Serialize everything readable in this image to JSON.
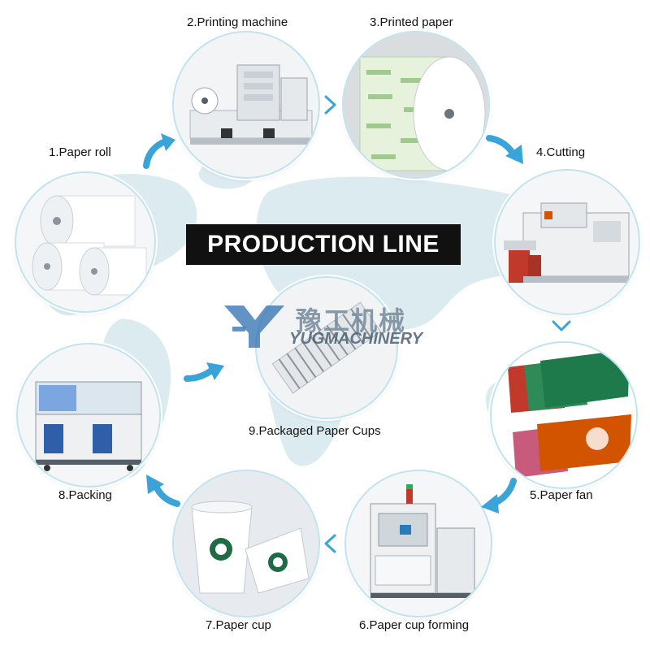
{
  "title": "PRODUCTION LINE",
  "logo": {
    "cn": "豫工机械",
    "en": "YUGMACHINERY"
  },
  "steps": [
    {
      "label": "1.Paper roll",
      "image": "paper-rolls"
    },
    {
      "label": "2.Printing machine",
      "image": "printing-machine"
    },
    {
      "label": "3.Printed paper",
      "image": "printed-paper-roll"
    },
    {
      "label": "4.Cutting",
      "image": "die-cutting-machine"
    },
    {
      "label": "5.Paper fan",
      "image": "paper-cup-fans"
    },
    {
      "label": "6.Paper cup forming",
      "image": "cup-forming-machine"
    },
    {
      "label": "7.Paper cup",
      "image": "paper-cups"
    },
    {
      "label": "8.Packing",
      "image": "packing-machine"
    },
    {
      "label": "9.Packaged Paper Cups",
      "image": "packaged-cup-stack"
    }
  ],
  "colors": {
    "arrow": "#3aa4d8",
    "ring": "#bfe3ef",
    "map": "#dcebf0",
    "title_bg": "#111111"
  }
}
